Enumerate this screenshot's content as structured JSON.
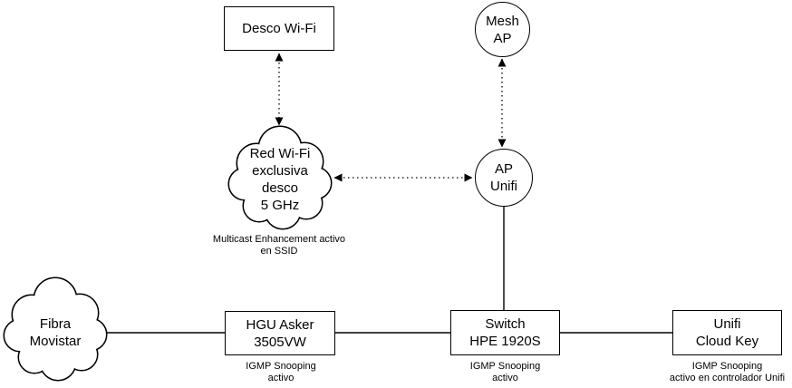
{
  "colors": {
    "background": "#ffffff",
    "line": "#000000",
    "text": "#000000"
  },
  "nodes": {
    "desco_wifi": {
      "shape": "rect",
      "lines": [
        "Desco Wi-Fi"
      ]
    },
    "mesh_ap": {
      "shape": "circle",
      "lines": [
        "Mesh",
        "AP"
      ]
    },
    "red_wifi_cloud": {
      "shape": "cloud",
      "lines": [
        "Red Wi-Fi",
        "exclusiva",
        "desco",
        "5 GHz"
      ]
    },
    "ap_unifi": {
      "shape": "circle",
      "lines": [
        "AP",
        "Unifi"
      ]
    },
    "fibra_movistar": {
      "shape": "cloud",
      "lines": [
        "Fibra",
        "Movistar"
      ]
    },
    "hgu_asker": {
      "shape": "rect",
      "lines": [
        "HGU Asker",
        "3505VW"
      ]
    },
    "switch_hpe": {
      "shape": "rect",
      "lines": [
        "Switch",
        "HPE 1920S"
      ]
    },
    "unifi_cloud_key": {
      "shape": "rect",
      "lines": [
        "Unifi",
        "Cloud Key"
      ]
    }
  },
  "annotations": {
    "multicast_ssid": {
      "lines": [
        "Multicast Enhancement activo",
        "en SSID"
      ]
    },
    "igmp_hgu": {
      "lines": [
        "IGMP Snooping",
        "activo"
      ]
    },
    "igmp_switch": {
      "lines": [
        "IGMP Snooping",
        "activo"
      ]
    },
    "igmp_cloud_key": {
      "lines": [
        "IGMP Snooping",
        "activo en controlador Unifi"
      ]
    }
  },
  "connections": [
    {
      "from": "desco_wifi",
      "to": "red_wifi_cloud",
      "style": "dotted-double-arrow"
    },
    {
      "from": "mesh_ap",
      "to": "ap_unifi",
      "style": "dotted-double-arrow"
    },
    {
      "from": "red_wifi_cloud",
      "to": "ap_unifi",
      "style": "dotted-double-arrow"
    },
    {
      "from": "ap_unifi",
      "to": "switch_hpe",
      "style": "solid"
    },
    {
      "from": "fibra_movistar",
      "to": "hgu_asker",
      "style": "solid"
    },
    {
      "from": "hgu_asker",
      "to": "switch_hpe",
      "style": "solid"
    },
    {
      "from": "switch_hpe",
      "to": "unifi_cloud_key",
      "style": "solid"
    }
  ]
}
